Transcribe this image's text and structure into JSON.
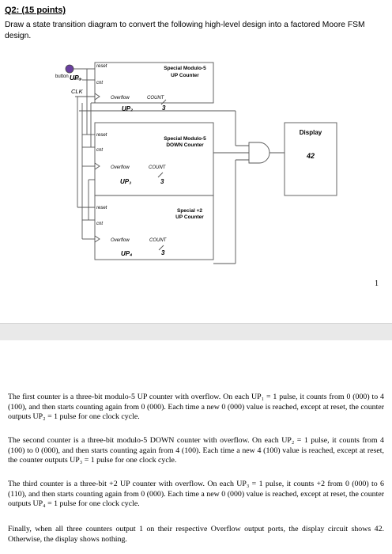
{
  "question": {
    "title": "Q2: (15 points)",
    "prompt": "Draw a state transition diagram to convert the following high-level design into a factored Moore FSM design."
  },
  "diagram": {
    "button_label": "button",
    "up1_label": "UP₁",
    "clk_label": "CLK",
    "counters": [
      {
        "name": "Special Modulo-5",
        "subname": "UP Counter",
        "reset": "reset",
        "cnt": "cnt",
        "overflow": "Overflow",
        "count": "COUNT",
        "up_out": "UP₂",
        "width": "3"
      },
      {
        "name": "Special Modulo-5",
        "subname": "DOWN Counter",
        "reset": "reset",
        "cnt": "cnt",
        "overflow": "Overflow",
        "count": "COUNT",
        "up_out": "UP₃",
        "width": "3"
      },
      {
        "name": "Special +2",
        "subname": "UP Counter",
        "reset": "reset",
        "cnt": "cnt",
        "overflow": "Overflow",
        "count": "COUNT",
        "up_out": "UP₄",
        "width": "3"
      }
    ],
    "display": {
      "title": "Display",
      "value": "42"
    }
  },
  "page_number": "1",
  "paragraphs": [
    "The first counter is a three-bit modulo-5 UP counter with overflow. On each UP₁ = 1 pulse, it counts from 0 (000) to 4 (100), and then starts counting again from 0 (000). Each time a new 0 (000) value is reached, except at reset, the counter outputs UP₂ = 1 pulse for one clock cycle.",
    "The second counter is a three-bit modulo-5 DOWN counter with overflow. On each UP₂ = 1 pulse, it counts from 4 (100) to 0 (000), and then starts counting again from 4 (100). Each time a new 4 (100) value is reached, except at reset, the counter outputs UP₃ = 1 pulse for one clock cycle.",
    "The third counter is a three-bit +2 UP counter with overflow. On each UP₃ = 1 pulse, it counts +2 from 0 (000) to 6 (110), and then starts counting again from 0 (000). Each time a new 0 (000) value is reached, except at reset, the counter outputs UP₄ = 1 pulse for one clock cycle.",
    "Finally, when all three counters output 1 on their respective Overflow output ports, the display circuit shows 42. Otherwise, the display shows nothing."
  ]
}
